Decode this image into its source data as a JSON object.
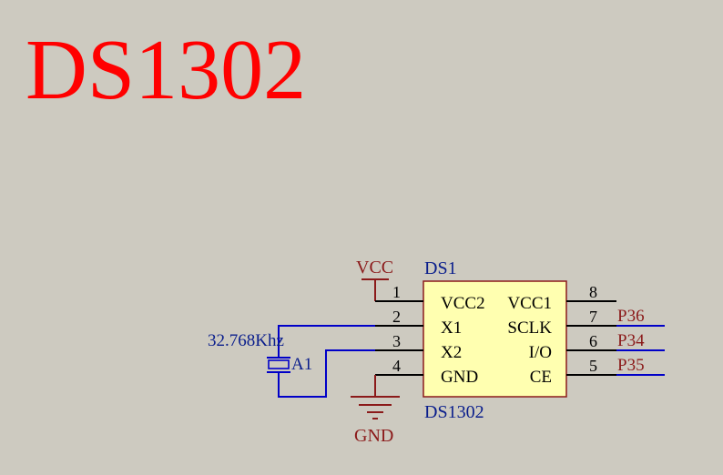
{
  "title": "DS1302",
  "colors": {
    "background": "#cdcac0",
    "title": "#ff0000",
    "net_label": "#8b1a1a",
    "wire": "#0000c8",
    "designator": "#0a1e8c",
    "pin": "#000000",
    "body_fill": "#ffffb0",
    "body_stroke": "#8b1a1a"
  },
  "power": {
    "vcc": "VCC",
    "gnd": "GND"
  },
  "ic": {
    "designator": "DS1",
    "part": "DS1302",
    "left_pins": [
      {
        "num": "1",
        "name": "VCC2"
      },
      {
        "num": "2",
        "name": "X1"
      },
      {
        "num": "3",
        "name": "X2"
      },
      {
        "num": "4",
        "name": "GND"
      }
    ],
    "right_pins": [
      {
        "num": "8",
        "name": "VCC1",
        "net": ""
      },
      {
        "num": "7",
        "name": "SCLK",
        "net": "P36"
      },
      {
        "num": "6",
        "name": "I/O",
        "net": "P34"
      },
      {
        "num": "5",
        "name": "CE",
        "net": "P35"
      }
    ]
  },
  "crystal": {
    "designator": "A1",
    "value": "32.768Khz"
  }
}
